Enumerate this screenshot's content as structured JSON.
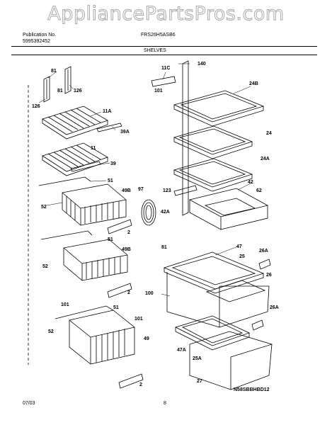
{
  "watermark": "AppliancePartsPros.com",
  "header": {
    "publication_label": "Publication No.",
    "publication_number": "5995392452",
    "model": "FRS26H5ASB6",
    "section": "SHELVES"
  },
  "footer": {
    "date": "07/03",
    "page": "8",
    "diagram_code": "N58SBBHBD12"
  },
  "callouts": [
    "81",
    "81",
    "126",
    "126",
    "11A",
    "39A",
    "11",
    "39",
    "51",
    "49B",
    "52",
    "2",
    "97",
    "42A",
    "81",
    "51",
    "49B",
    "52",
    "2",
    "101",
    "51",
    "101",
    "52",
    "49",
    "2",
    "11C",
    "140",
    "101",
    "24B",
    "24",
    "24A",
    "123",
    "42",
    "62",
    "47",
    "26A",
    "25",
    "26",
    "100",
    "26A",
    "47A",
    "25A",
    "27"
  ]
}
